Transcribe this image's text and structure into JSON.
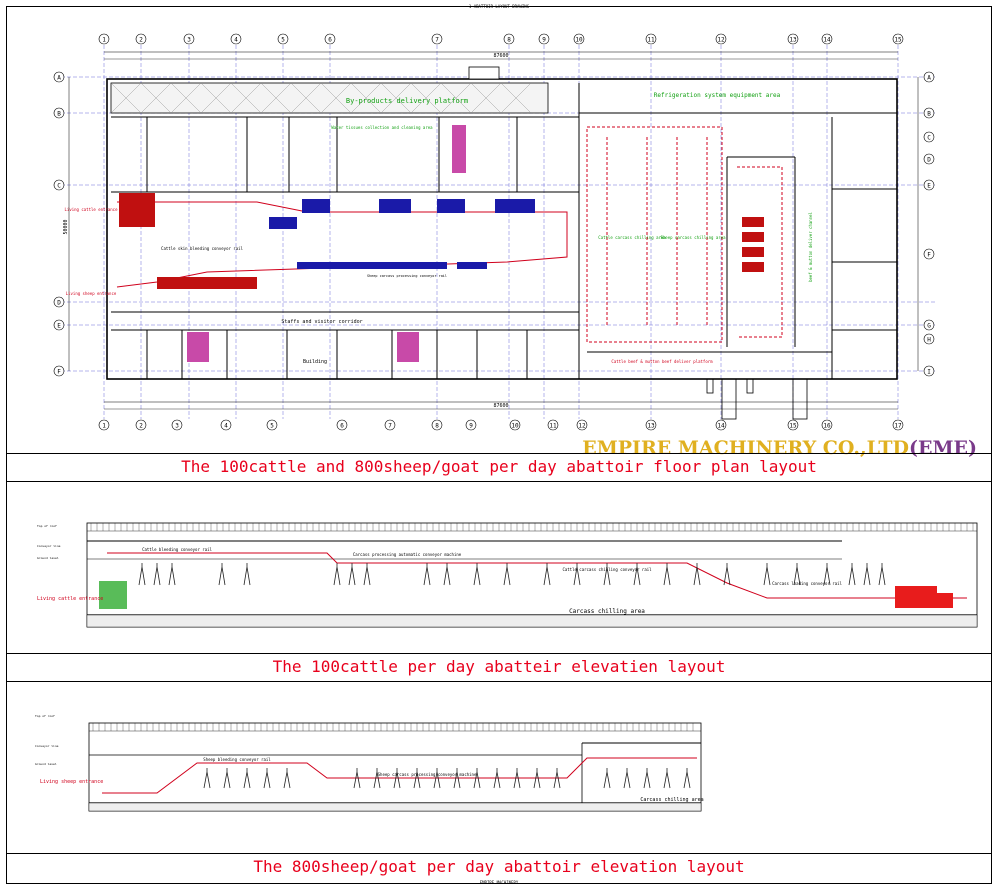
{
  "header_small_title": "1 ABATTOIR LAYOUT DRAWING",
  "footer_small_title": "EMPIRE MACHINERY",
  "brand": {
    "name": "EMPIRE MACHINERY CO.,LTD",
    "abbr": "(EME)"
  },
  "captions": {
    "floor_plan": "The 100cattle and 800sheep/goat per day abattoir floor plan layout",
    "cattle_elevation": "The 100cattle per day abatteir elevatien layout",
    "sheep_elevation": "The 800sheep/goat per day abattoir elevation layout"
  },
  "plan": {
    "top_column_labels": [
      "1",
      "2",
      "3",
      "4",
      "5",
      "6",
      "7",
      "8",
      "9",
      "10",
      "11",
      "12",
      "13",
      "14",
      "15"
    ],
    "bottom_column_labels": [
      "1",
      "2",
      "3",
      "4",
      "5",
      "6",
      "7",
      "8",
      "9",
      "10",
      "11",
      "12",
      "13",
      "14",
      "15",
      "16",
      "17"
    ],
    "left_row_labels": [
      "A",
      "B",
      "C",
      "D",
      "E",
      "F"
    ],
    "right_row_labels": [
      "A",
      "B",
      "C",
      "D",
      "E",
      "F",
      "G",
      "H",
      "I"
    ],
    "dimension_top": "87600",
    "dimension_bottom": "87600",
    "dimension_side": "50000",
    "rooms": {
      "platform": "By-products delivery platform",
      "refrigeration": "Refrigeration system equipment area",
      "water_treatment": "Water tissues collection and cleaning area",
      "staff_corridor": "Staffs and visitor corridor",
      "building": "Building",
      "cattle_chilling": "Cattle carcass chilling area",
      "sheep_chilling": "Sheep carcass chilling area",
      "beef_delivery": "beef & mutton deliver channel",
      "cattle_rail": "Cattle skin bleeding conveyor rail",
      "sheep_rail": "Sheep carcass processing conveyor rail",
      "cattle_entrance": "Living cattle entrance",
      "sheep_entrance": "Living sheep entrance",
      "deliver_platform": "Cattle beef & mutton beef deliver platform"
    }
  },
  "cattle_elevation": {
    "level_labels": [
      "Top of roof",
      "Conveyor line",
      "Ground level"
    ],
    "entrance_label": "Living cattle entrance",
    "rail_labels": [
      "Cattle bleeding conveyor rail",
      "Carcass processing automatic conveyor machine",
      "Cattle carcass chilling conveyor rail",
      "Carcass loading conveyor rail"
    ],
    "chilling_area": "Carcass chilling area"
  },
  "sheep_elevation": {
    "level_labels": [
      "Top of roof",
      "Conveyor line",
      "Ground level"
    ],
    "entrance_label": "Living sheep entrance",
    "rail_labels": [
      "Sheep bleeding conveyor rail",
      "Sheep carcass processing conveyor machine"
    ],
    "chilling_area": "Carcass chilling area"
  },
  "colors": {
    "wall": "#000000",
    "rail": "#d0001c",
    "machine": "#1a1aa8",
    "grid": "#6a6ad8",
    "green_text": "#12a012",
    "caption": "#e8001c",
    "brand": "#e0b020",
    "brand_abbr": "#7a3a8a"
  }
}
